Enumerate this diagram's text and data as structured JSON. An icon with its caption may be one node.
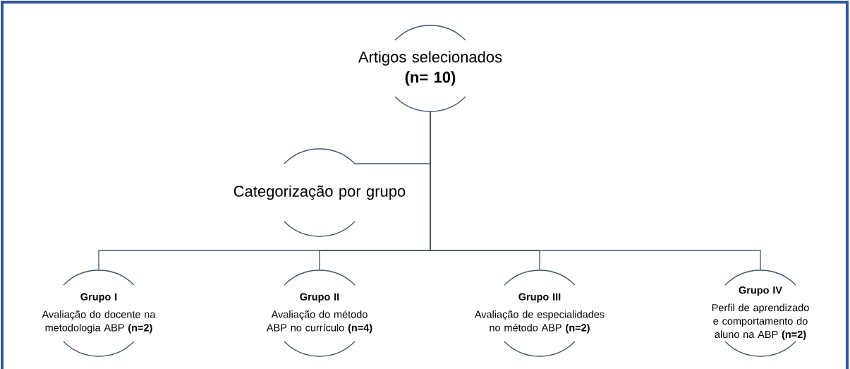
{
  "diagram": {
    "nodes": [
      {
        "text": [
          "Artigos selecionados **(n= 10)**"
        ]
      },
      {
        "text": [
          "Categorização por grupo"
        ]
      },
      {
        "text": [
          "Grupo I",
          "Avaliação do docente na metodologia ABP **(n=2)**"
        ]
      },
      {
        "text": [
          "Grupo II",
          "Avaliação do método ABP no currículo **(n=4)**"
        ]
      },
      {
        "text": [
          "Grupo III",
          "Avaliação de especialidades no método ABP **(n=2)**"
        ]
      },
      {
        "text": [
          "Grupo IV",
          "Perfil de aprendizado e comportamento do aluno na ABP **(n=2)**"
        ]
      }
    ],
    "edges": [
      {
        "from": 0,
        "to": 1,
        "arrow": "none"
      },
      {
        "from": 0,
        "to": 2,
        "arrow": "none"
      },
      {
        "from": 0,
        "to": 3,
        "arrow": "none"
      },
      {
        "from": 0,
        "to": 4,
        "arrow": "none"
      },
      {
        "from": 0,
        "to": 5,
        "arrow": "none"
      }
    ]
  }
}
